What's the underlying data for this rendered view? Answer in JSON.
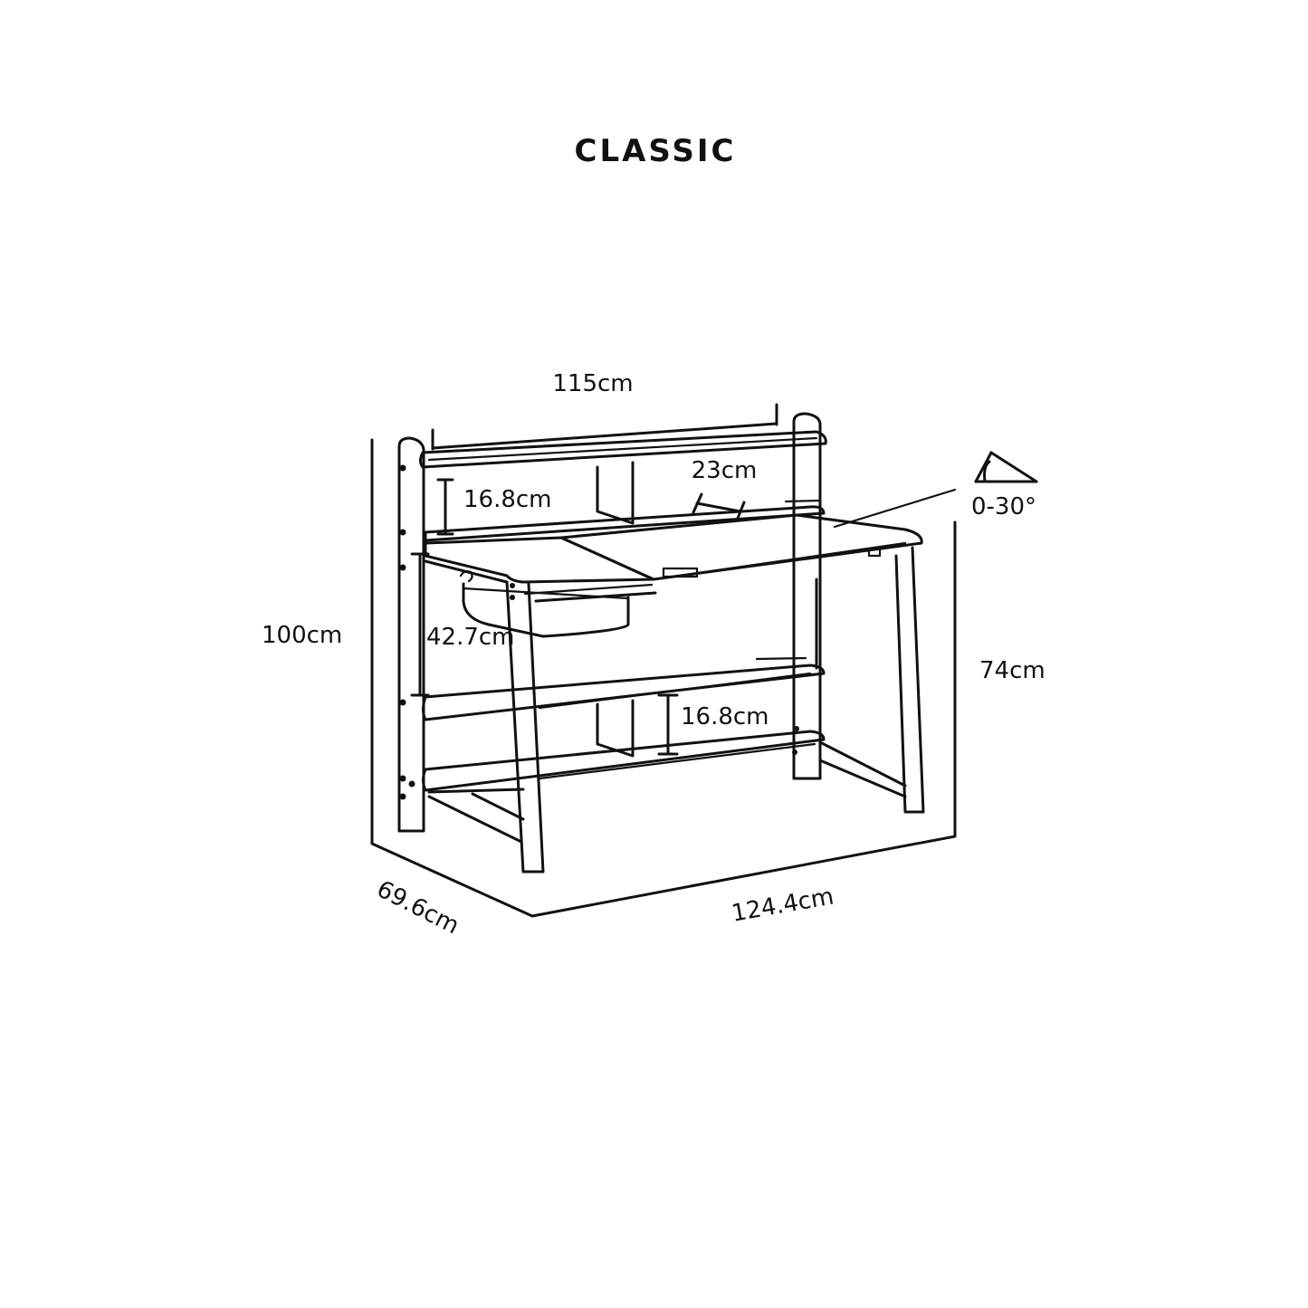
{
  "title": "CLASSIC",
  "dimensions": {
    "top_shelf_width": "115cm",
    "hutch_gap": "16.8cm",
    "tilt_section_depth": "23cm",
    "tilt_angle": "0-30°",
    "total_height": "100cm",
    "side_gap": "42.7cm",
    "lower_shelf_gap": "16.8cm",
    "desk_height": "74cm",
    "depth": "69.6cm",
    "width": "124.4cm"
  }
}
